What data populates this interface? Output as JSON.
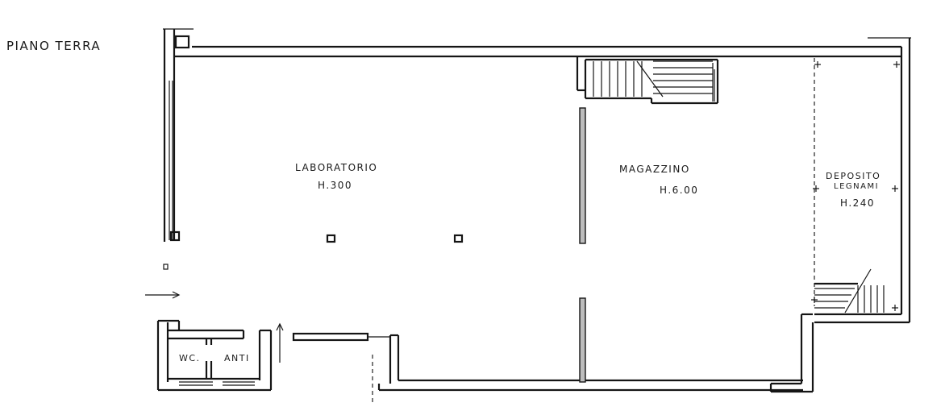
{
  "plan": {
    "title": "PIANO TERRA",
    "rooms": {
      "laboratorio": {
        "name": "LABORATORIO",
        "height": "H.300"
      },
      "magazzino": {
        "name": "MAGAZZINO",
        "height": "H.6.00"
      },
      "deposito": {
        "name_line1": "DEPOSITO",
        "name_line2": "LEGNAMI",
        "height": "H.240"
      },
      "wc": {
        "name": "WC."
      },
      "anti": {
        "name": "ANTI"
      }
    }
  }
}
